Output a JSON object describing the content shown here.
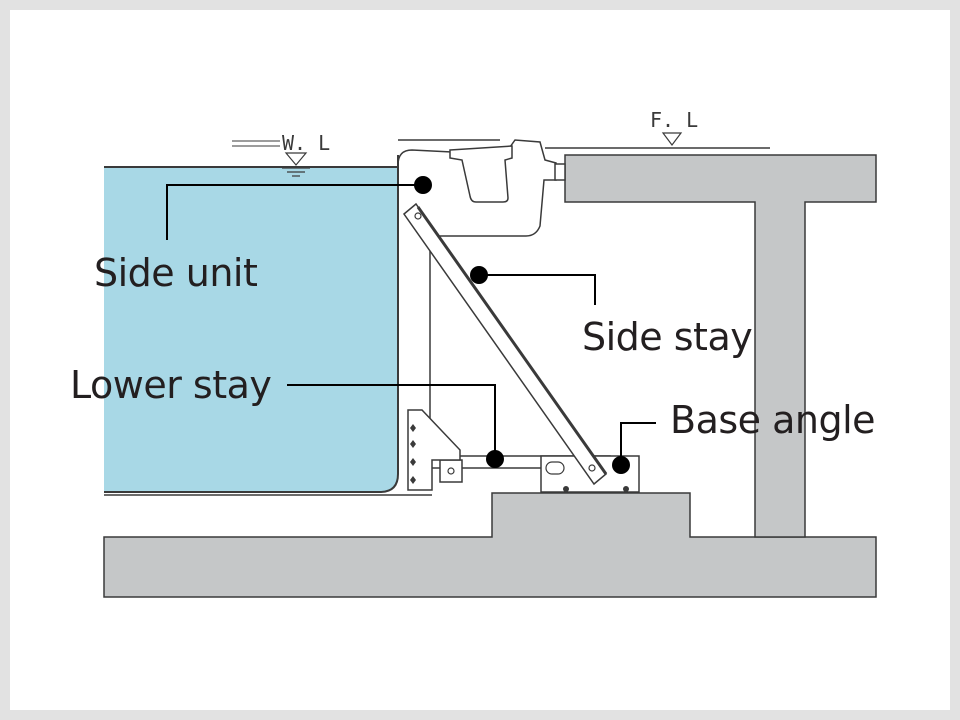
{
  "colors": {
    "background": "#e2e2e2",
    "panel": "#ffffff",
    "water": "#a8d8e6",
    "concrete": "#c5c7c8",
    "line": "#3a3a3a",
    "marker": "#000000",
    "text": "#231f20"
  },
  "levels": {
    "water_level": "W. L",
    "floor_level": "F. L"
  },
  "labels": {
    "side_unit": "Side unit",
    "side_stay": "Side stay",
    "lower_stay": "Lower stay",
    "base_angle": "Base angle"
  },
  "icons": {
    "water_level_marker": "triangle-down-icon",
    "floor_level_marker": "triangle-down-icon",
    "callout_marker": "dot-icon"
  }
}
